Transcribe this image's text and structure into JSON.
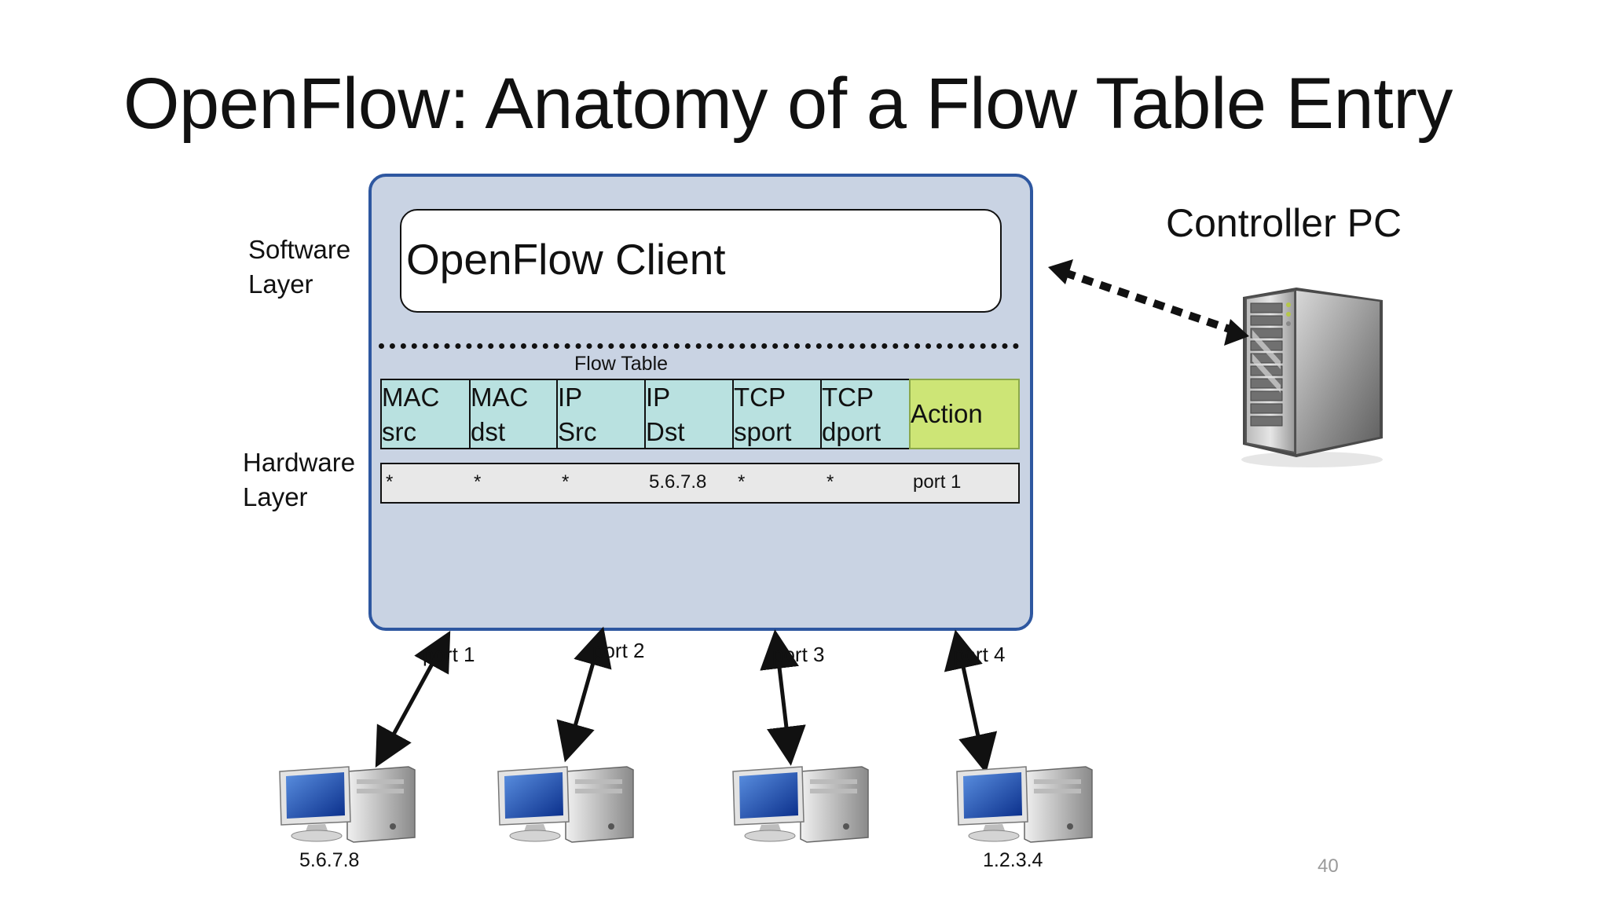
{
  "slide": {
    "title": "OpenFlow: Anatomy of a Flow Table Entry",
    "page_number": "40"
  },
  "layers": {
    "software_line1": "Software",
    "software_line2": "Layer",
    "hardware_line1": "Hardware",
    "hardware_line2": "Layer"
  },
  "switch": {
    "client_label": "OpenFlow Client",
    "flow_table_label": "Flow Table",
    "headers": [
      {
        "line1": "MAC",
        "line2": "src"
      },
      {
        "line1": "MAC",
        "line2": "dst"
      },
      {
        "line1": "IP",
        "line2": "Src"
      },
      {
        "line1": "IP",
        "line2": "Dst"
      },
      {
        "line1": "TCP",
        "line2": "sport"
      },
      {
        "line1": "TCP",
        "line2": "dport"
      }
    ],
    "action_header": "Action",
    "entry": [
      "*",
      "*",
      "*",
      "5.6.7.8",
      "*",
      "*",
      "port 1"
    ],
    "ports": [
      "port 1",
      "port 2",
      "port 3",
      "port 4"
    ]
  },
  "controller": {
    "label": "Controller PC",
    "icon": "server-tower-icon"
  },
  "hosts": [
    {
      "address": "5.6.7.8",
      "icon": "desktop-computer-icon"
    },
    {
      "address": "",
      "icon": "desktop-computer-icon"
    },
    {
      "address": "",
      "icon": "desktop-computer-icon"
    },
    {
      "address": "1.2.3.4",
      "icon": "desktop-computer-icon"
    }
  ],
  "colors": {
    "switch_fill": "#c9d3e3",
    "switch_border": "#2e57a0",
    "match_field_fill": "#b9e1e0",
    "action_fill": "#cde576",
    "entry_fill": "#e8e8e8"
  }
}
